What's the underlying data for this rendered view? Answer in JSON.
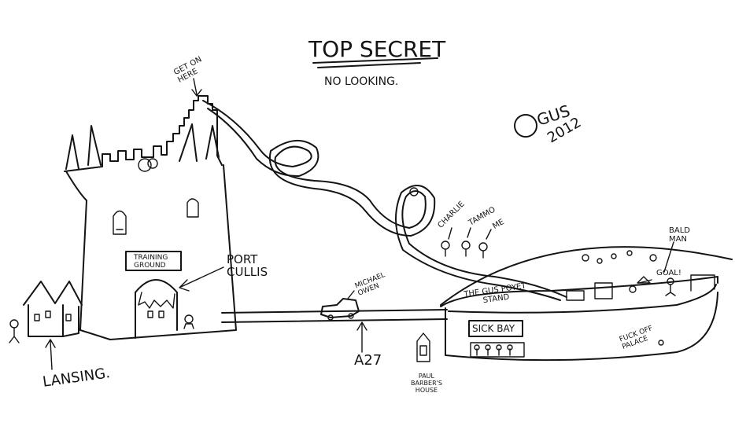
{
  "title": "TOP SECRET",
  "subtitle": "NO LOOKING.",
  "copyright": "©GUS\n2012",
  "labels": {
    "get_on_here": "GET ON\nHERE",
    "training_ground": "TRAINING\nGROUND",
    "port_cullis": "PORT\nCULLIS",
    "lansing": "LANSING.",
    "michael_owen": "MICHAEL\nOWEN",
    "a27": "A27",
    "pauls_barbers": "PAUL\nBARBER'S\nHOUSE",
    "charlie": "CHARLIE",
    "tammo": "TAMMO",
    "me": "ME",
    "bald_man": "BALD\nMAN",
    "goal": "GOAL!",
    "gus_poyet_stand": "THE GUS POYET\nSTAND",
    "sick_bay": "SICK BAY",
    "fuck_off_palace": "FUCK OFF\nPALACE"
  },
  "colors": {
    "ink": "#141414",
    "paper": "#ffffff"
  }
}
